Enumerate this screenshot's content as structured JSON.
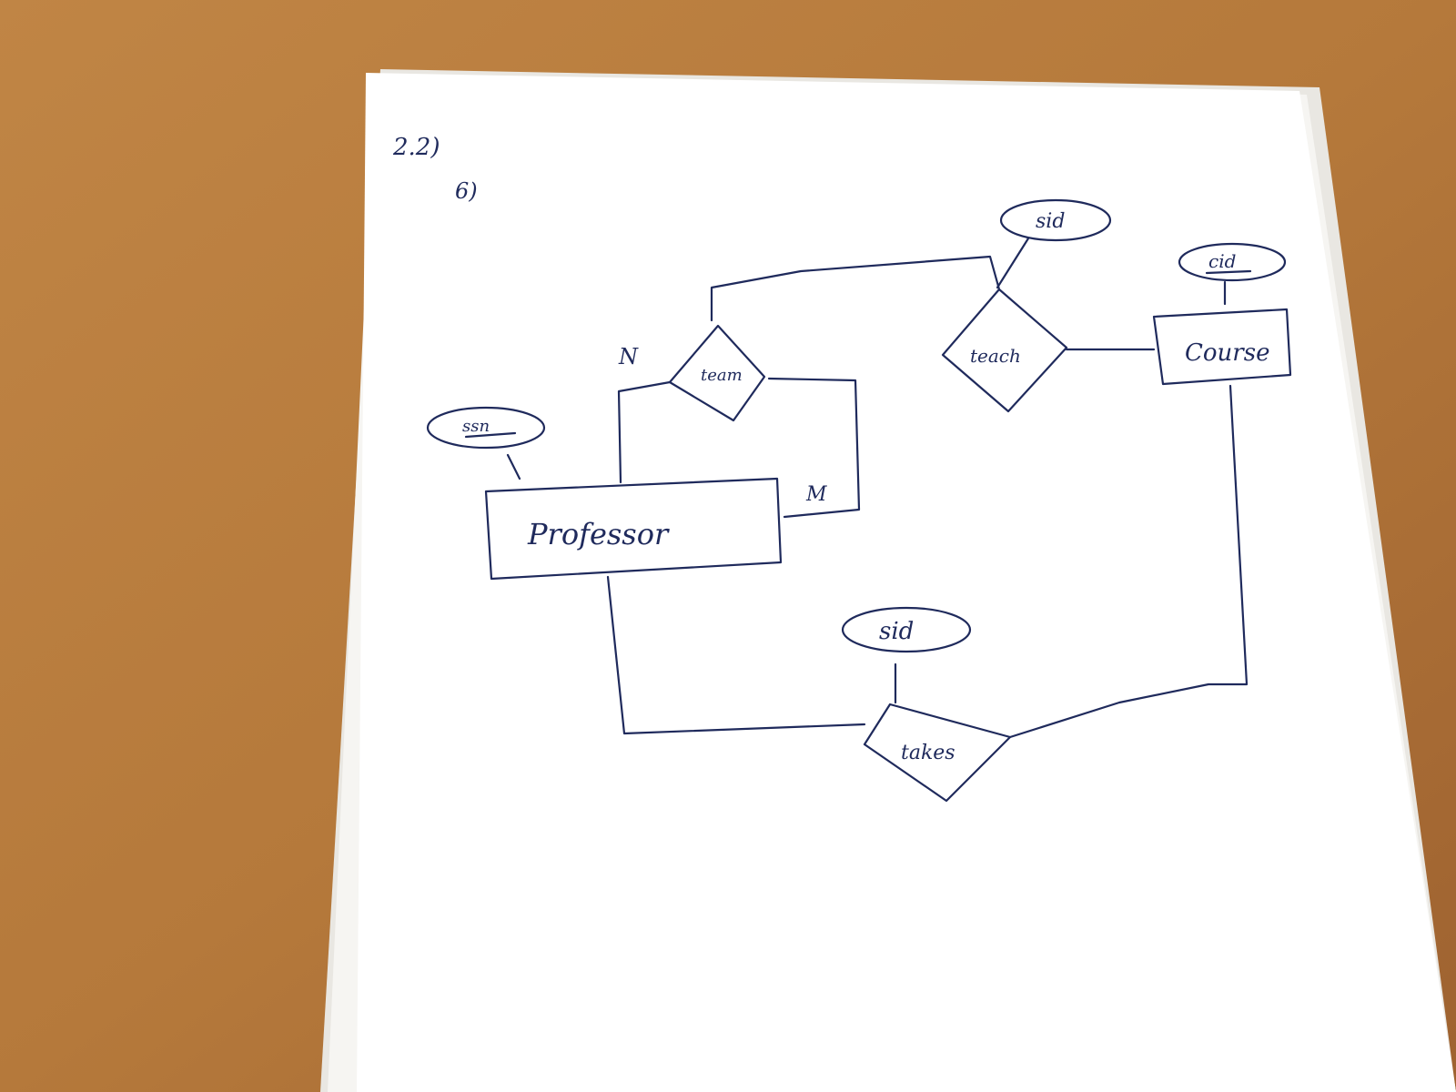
{
  "header": {
    "problem": "2.2)",
    "part": "6)"
  },
  "entities": {
    "professor": {
      "label": "Professor",
      "key_attribute": "ssn"
    },
    "course": {
      "label": "Course",
      "key_attribute": "cid"
    }
  },
  "relationships": {
    "team": {
      "label": "team",
      "card_n": "N",
      "card_m": "M"
    },
    "teach": {
      "label": "teach",
      "attribute": "sid"
    },
    "takes": {
      "label": "takes",
      "attribute": "sid"
    }
  },
  "colors": {
    "ink": "#1f2a5c",
    "paper": "#ffffff",
    "desk": "#b9803e"
  }
}
